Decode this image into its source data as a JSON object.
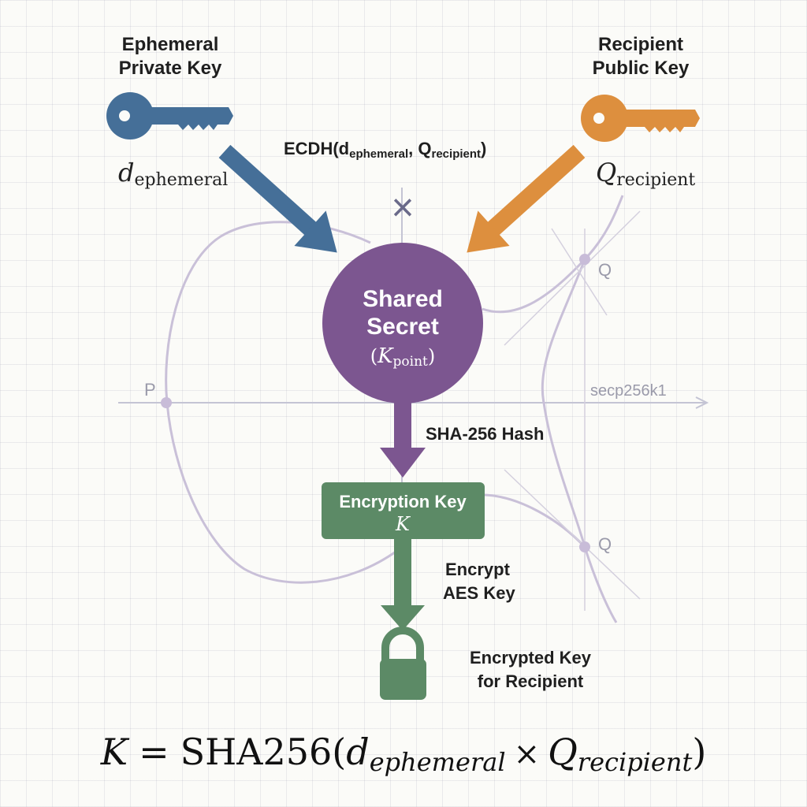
{
  "colors": {
    "blue": "#456f98",
    "orange": "#dd8f3e",
    "purple": "#7c5690",
    "green": "#5c8a66",
    "curve": "#c9c0d8",
    "axis": "#c4c4d4",
    "label_gray": "#9a9aaa"
  },
  "left_key": {
    "title_line1": "Ephemeral",
    "title_line2": "Private Key",
    "symbol": "d",
    "subscript": "ephemeral",
    "icon": "key-icon"
  },
  "right_key": {
    "title_line1": "Recipient",
    "title_line2": "Public Key",
    "symbol": "Q",
    "subscript": "recipient",
    "icon": "key-icon"
  },
  "ecdh_label": {
    "prefix": "ECDH(d",
    "sub1": "ephemeral",
    "mid": ", Q",
    "sub2": "recipient",
    "suffix": ")"
  },
  "cross_symbol": "×",
  "shared_secret": {
    "line1": "Shared",
    "line2": "Secret",
    "paren_open": "(",
    "symbol": "K",
    "subscript": "point",
    "paren_close": ")"
  },
  "hash_label": "SHA-256 Hash",
  "encryption_key": {
    "title": "Encryption Key",
    "symbol": "K"
  },
  "encrypt_label": {
    "line1": "Encrypt",
    "line2": "AES Key"
  },
  "encrypted_key_label": {
    "line1": "Encrypted Key",
    "line2": "for Recipient",
    "icon": "lock-icon"
  },
  "curve": {
    "name": "secp256k1",
    "point_p": "P",
    "point_q_top": "Q",
    "point_q_bottom": "Q"
  },
  "formula": {
    "lhs": "K",
    "eq": "=",
    "func": "SHA256(",
    "d": "d",
    "d_sub": "ephemeral",
    "times": "×",
    "q": "Q",
    "q_sub": "recipient",
    "close": ")"
  }
}
